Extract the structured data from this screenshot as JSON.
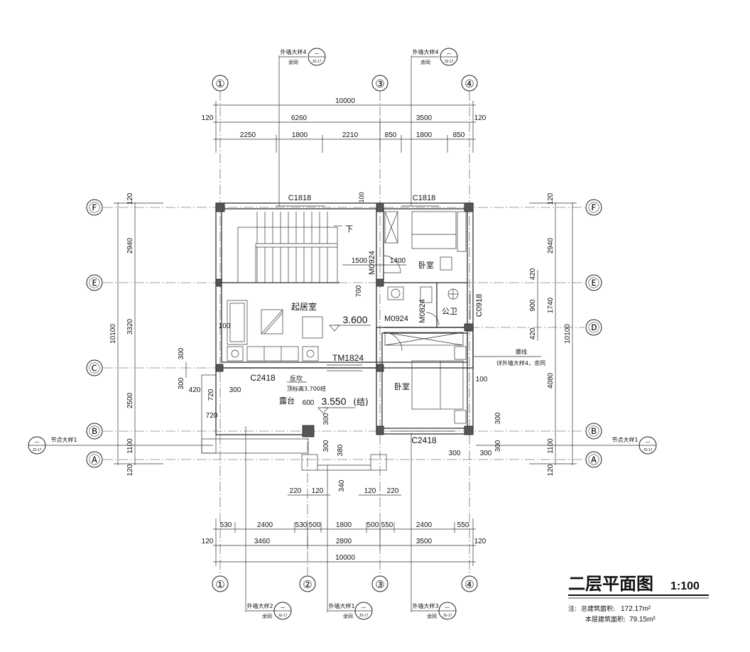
{
  "title": "二层平面图",
  "scale": "1:100",
  "notes": {
    "prefix": "注:",
    "total_label": "总建筑面积:",
    "total_value": "172.17m²",
    "floor_label": "本层建筑面积:",
    "floor_value": "79.15m²"
  },
  "grid_v": [
    "①",
    "②",
    "③",
    "④"
  ],
  "grid_h": [
    "Ⓐ",
    "Ⓑ",
    "Ⓒ",
    "Ⓓ",
    "Ⓔ",
    "Ⓕ"
  ],
  "dims_top": {
    "total": "10000",
    "seg": [
      "6260",
      "3500"
    ],
    "edge": "120",
    "detail": [
      "2250",
      "1800",
      "2210",
      "850",
      "1800",
      "850"
    ]
  },
  "dims_bottom": {
    "detail": [
      "530",
      "2400",
      "530",
      "500",
      "1800",
      "500",
      "550",
      "2400",
      "550"
    ],
    "seg": [
      "3460",
      "2800",
      "3500"
    ],
    "total": "10000",
    "edge": "120",
    "small": [
      "220",
      "120",
      "120",
      "220",
      "340"
    ]
  },
  "dims_left": {
    "total": "10100",
    "seg": [
      "120",
      "2940",
      "3320",
      "2500",
      "1100",
      "120"
    ]
  },
  "dims_right": {
    "total": "10100",
    "seg": [
      "120",
      "2940",
      "1740",
      "4080",
      "1100",
      "120"
    ],
    "inner": [
      "420",
      "900",
      "420",
      "300",
      "300"
    ]
  },
  "rooms": {
    "living": "起居室",
    "bedroom_top": "卧室",
    "bedroom_bottom": "卧室",
    "wc": "公卫",
    "terrace": "露台",
    "stair_down": "下"
  },
  "openings": {
    "c1818_a": "C1818",
    "c1818_b": "C1818",
    "m0924_a": "M0924",
    "m0924_b": "M0924",
    "m0824": "M0824",
    "c0918": "C0918",
    "tm1824": "TM1824",
    "c2418_a": "C2418",
    "c2418_b": "C2418"
  },
  "levels": {
    "floor": "3.600",
    "terrace": "3.550",
    "terrace_suffix": "(结)"
  },
  "annotations": {
    "fanba": "反坎",
    "fanba_level": "顶标高3.700结",
    "yaoxian": "腰线",
    "yaoxian_ref": "详外墙大样4，余同",
    "d100a": "100",
    "d100b": "100",
    "d100c": "100",
    "d1500": "1500",
    "d1400": "1400",
    "d700": "700",
    "d300a": "300",
    "d300b": "300",
    "d420": "420",
    "d300c": "300",
    "d600": "600",
    "d300d": "300",
    "d720a": "720",
    "d720b": "720",
    "d300e": "300",
    "d380": "380",
    "d300f": "300",
    "d300g": "300"
  },
  "details": {
    "top_left": "外墙大样4",
    "top_right": "外墙大样4",
    "left": "节点大样1",
    "right": "节点大样1",
    "bottom_1": "外墙大样2",
    "bottom_2": "外墙大样1",
    "bottom_3": "外墙大样3",
    "sub": "余同",
    "bubble_top": "—",
    "bubble_bottom": "JS-17"
  }
}
